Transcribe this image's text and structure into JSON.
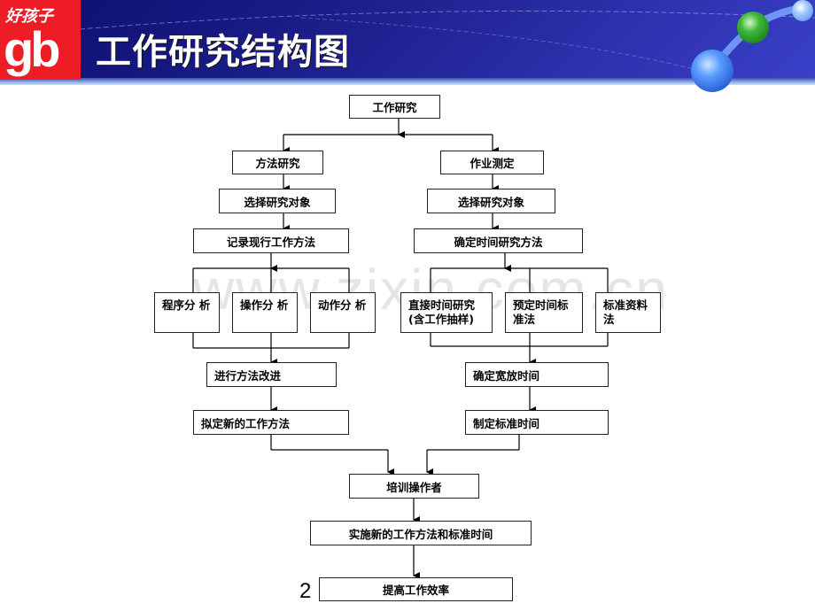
{
  "header": {
    "title": "工作研究结构图",
    "logo_top": "好孩子",
    "logo_main": "gb"
  },
  "watermark": "www.zixin.com.cn",
  "diagram": {
    "root": "工作研究",
    "left_branch": {
      "head": "方法研究",
      "step1": "选择研究对象",
      "step2": "记录现行工作方法",
      "analyses": [
        "程序分 析",
        "操作分 析",
        "动作分 析"
      ],
      "step3": "进行方法改进",
      "step4": "拟定新的工作方法"
    },
    "right_branch": {
      "head": "作业测定",
      "step1": "选择研究对象",
      "step2": "确定时间研究方法",
      "methods": [
        "直接时间研究\n(含工作抽样)",
        "预定时间标\n准法",
        "标准资料\n法"
      ],
      "step3": "确定宽放时间",
      "step4": "制定标准时间"
    },
    "merge1": "培训操作者",
    "merge2": "实施新的工作方法和标准时间",
    "final": "提高工作效率"
  },
  "page_number": "2"
}
